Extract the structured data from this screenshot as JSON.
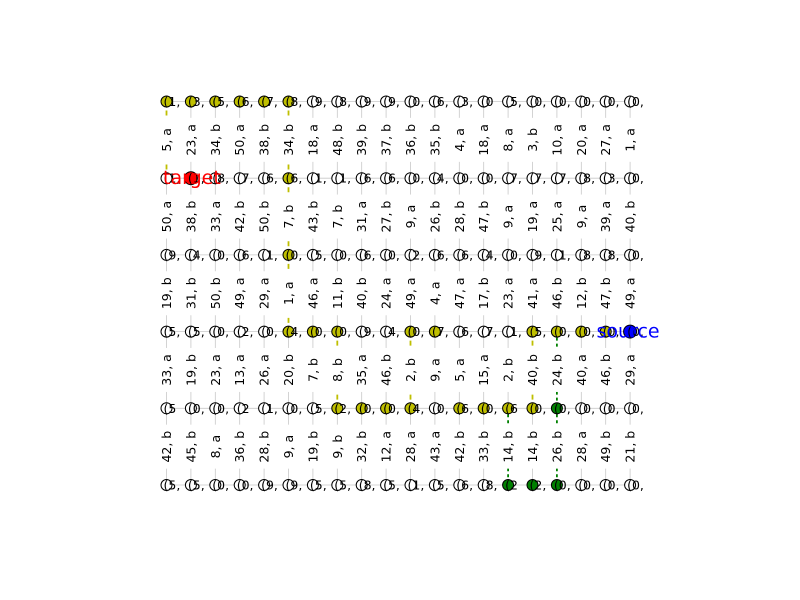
{
  "chart_data": {
    "type": "graph",
    "cols": 20,
    "rows": 6,
    "source_label": "source",
    "target_label": "target",
    "colors": {
      "default_node": "#ffffff",
      "yellow": "#bfbf00",
      "green": "#008000",
      "red": "#ff0000",
      "blue": "#0000ff",
      "edge_gray": "#c8c8c8"
    },
    "source": [
      19,
      3
    ],
    "target": [
      1,
      1
    ],
    "yellow_nodes": [
      [
        0,
        0
      ],
      [
        1,
        0
      ],
      [
        2,
        0
      ],
      [
        3,
        0
      ],
      [
        4,
        0
      ],
      [
        5,
        0
      ],
      [
        5,
        1
      ],
      [
        5,
        2
      ],
      [
        5,
        3
      ],
      [
        6,
        3
      ],
      [
        7,
        3
      ],
      [
        7,
        4
      ],
      [
        8,
        4
      ],
      [
        9,
        4
      ],
      [
        10,
        4
      ],
      [
        10,
        3
      ],
      [
        11,
        3
      ],
      [
        12,
        4
      ],
      [
        13,
        4
      ],
      [
        14,
        4
      ],
      [
        15,
        4
      ],
      [
        15,
        3
      ],
      [
        16,
        3
      ],
      [
        17,
        3
      ],
      [
        18,
        3
      ]
    ],
    "green_nodes": [
      [
        14,
        5
      ],
      [
        15,
        5
      ],
      [
        16,
        5
      ],
      [
        16,
        4
      ]
    ],
    "red_nodes": [
      [
        1,
        1
      ]
    ],
    "blue_nodes": [
      [
        19,
        3
      ]
    ],
    "node_labels": [
      [
        "(1,",
        "(3,",
        "(5,",
        "(6,",
        "(7,",
        "(8,",
        "(9,",
        "(8,",
        "(9,",
        "(9,",
        "(0,",
        "(6,",
        "(3,",
        "(0",
        "(5,",
        "(0,",
        "(0,",
        "(0,",
        "(0,",
        "(0,"
      ],
      [
        "(1,",
        "(1,",
        "(8,",
        "(7,",
        "(6,",
        "(6,",
        "(1,",
        "(1,",
        "(6,",
        "(6,",
        "(0,",
        "(4,",
        "(0,",
        "(0,",
        "(7,",
        "(7,",
        "(7,",
        "(8,",
        "(3,",
        "(0,"
      ],
      [
        "(9,",
        "(4,",
        "(0,",
        "(6,",
        "(1,",
        "(0,",
        "(5,",
        "(0,",
        "(6,",
        "(0,",
        "(2,",
        "(6,",
        "(6,",
        "(4,",
        "(0,",
        "(9,",
        "(1,",
        "(8,",
        "(8,",
        "(0,"
      ],
      [
        "(5,",
        "(5,",
        "(0,",
        "(2,",
        "(0,",
        "(4,",
        "(0,",
        "(0,",
        "(9,",
        "(4,",
        "(0,",
        "(7,",
        "(6,",
        "(7,",
        "(1,",
        "(5,",
        "(0,",
        "(0,",
        "(0,",
        "(0,"
      ],
      [
        "(5",
        "(0,",
        "(0,",
        "(2",
        "(1,",
        "(0,",
        "(5,",
        "(2,",
        "(0,",
        "(0,",
        "(4,",
        "(0,",
        "(6,",
        "(0,",
        "(6",
        "(0,",
        "(0,",
        "(0,",
        "(0,",
        "(0,"
      ],
      [
        "(5,",
        "(5,",
        "(0,",
        "(0,",
        "(9,",
        "(9,",
        "(5,",
        "(5,",
        "(8,",
        "(5,",
        "(1,",
        "(5,",
        "(6,",
        "(8,",
        "(2",
        "(2,",
        "(0,",
        "(0,",
        "(0,",
        "(0,"
      ]
    ],
    "vertical_edges": [
      [
        "5, a",
        "23, a",
        "34, b",
        "50, a",
        "38, b",
        "34, b",
        "18, a",
        "48, b",
        "39, b",
        "37, b",
        "36, b",
        "35, b",
        "4, a",
        "18, a",
        "8, a",
        "3, b",
        "10, a",
        "20, a",
        "27, a",
        "1, a"
      ],
      [
        "50, a",
        "38, b",
        "33, a",
        "42, b",
        "50, b",
        "7, b",
        "43, b",
        "7, b",
        "31, a",
        "27, b",
        "9, a",
        "26, b",
        "28, b",
        "47, b",
        "9, a",
        "19, a",
        "25, a",
        "9, a",
        "39, a",
        "40, b"
      ],
      [
        "19, b",
        "31, b",
        "50, b",
        "49, a",
        "29, a",
        "1, a",
        "46, a",
        "11, b",
        "40, b",
        "24, a",
        "49, a",
        "4, a",
        "47, a",
        "17, b",
        "23, a",
        "41, a",
        "46, b",
        "12, b",
        "47, b",
        "49, a"
      ],
      [
        "33, a",
        "19, b",
        "23, a",
        "13, a",
        "26, a",
        "20, b",
        "7, b",
        "8, b",
        "35, a",
        "46, b",
        "2, b",
        "9, a",
        "5, a",
        "15, a",
        "2, b",
        "40, b",
        "24, b",
        "40, a",
        "46, b",
        "29, a"
      ],
      [
        "42, b",
        "45, b",
        "8, a",
        "36, b",
        "28, b",
        "9, a",
        "19, b",
        "9, b",
        "32, b",
        "12, a",
        "28, a",
        "43, a",
        "42, b",
        "33, b",
        "14, b",
        "14, b",
        "26, b",
        "28, a",
        "49, b",
        "21, b"
      ]
    ],
    "highlighted_vertical_edges": {
      "yellow": [
        [
          0,
          0
        ],
        [
          5,
          0
        ],
        [
          5,
          1
        ],
        [
          5,
          2
        ],
        [
          7,
          3
        ],
        [
          10,
          3
        ],
        [
          15,
          3
        ]
      ],
      "green": [
        [
          14,
          4
        ],
        [
          16,
          4
        ],
        [
          16,
          3
        ]
      ]
    }
  }
}
